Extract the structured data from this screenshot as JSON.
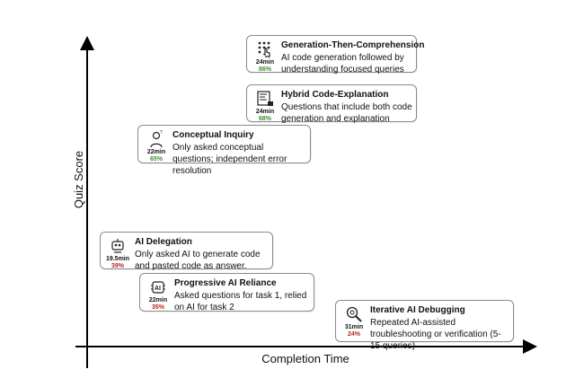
{
  "axes": {
    "x_label": "Completion Time",
    "y_label": "Quiz Score"
  },
  "score_colors": {
    "high": "#3c8d2f",
    "low": "#b3271f"
  },
  "cards": [
    {
      "id": "generation-then-comprehension",
      "icon": "grid-touch-icon",
      "title": "Generation-Then-Comprehension",
      "description": "AI code generation followed by understanding focused queries",
      "time": "24min",
      "score": "86%",
      "score_level": "high"
    },
    {
      "id": "hybrid-code-explanation",
      "icon": "code-document-icon",
      "title": "Hybrid Code-Explanation",
      "description": "Questions that include both code generation and explanation",
      "time": "24min",
      "score": "68%",
      "score_level": "high"
    },
    {
      "id": "conceptual-inquiry",
      "icon": "thinking-person-icon",
      "title": "Conceptual Inquiry",
      "description": "Only asked conceptual questions; independent error resolution",
      "time": "22min",
      "score": "65%",
      "score_level": "high"
    },
    {
      "id": "ai-delegation",
      "icon": "robot-icon",
      "title": "AI Delegation",
      "description": "Only asked AI to generate code and pasted code as answer.",
      "time": "19.5min",
      "score": "39%",
      "score_level": "low"
    },
    {
      "id": "progressive-ai-reliance",
      "icon": "ai-chip-icon",
      "title": "Progressive AI Reliance",
      "description": "Asked questions for task 1, relied on AI for task 2",
      "time": "22min",
      "score": "35%",
      "score_level": "low"
    },
    {
      "id": "iterative-ai-debugging",
      "icon": "magnifier-gear-icon",
      "title": "Iterative AI Debugging",
      "description": "Repeated AI-assisted troubleshooting or verification (5-15 queries)",
      "time": "31min",
      "score": "24%",
      "score_level": "low"
    }
  ]
}
